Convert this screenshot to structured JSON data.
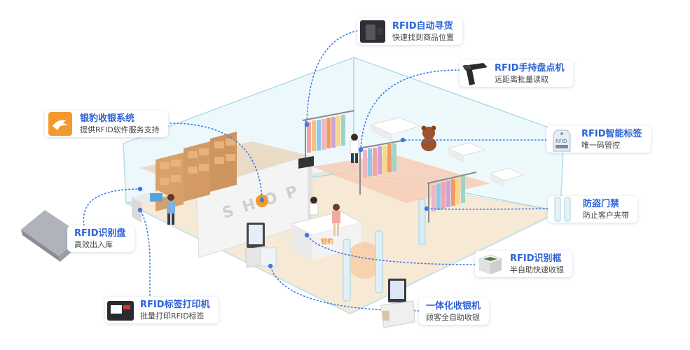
{
  "store_sign": "SHOP",
  "cashier_logo": "银豹",
  "features": [
    {
      "id": "auto-find",
      "title": "RFID自动寻货",
      "subtitle": "快速找到商品位置",
      "icon": "rfid-handheld-finder-icon"
    },
    {
      "id": "handheld",
      "title": "RFID手持盘点机",
      "subtitle": "远距离批量读取",
      "icon": "rfid-handheld-scanner-icon"
    },
    {
      "id": "yinbao",
      "title": "银豹收银系统",
      "subtitle": "提供RFID软件服务支持",
      "icon": "yinbao-logo-icon"
    },
    {
      "id": "smart-tag",
      "title": "RFID智能标签",
      "subtitle": "唯一码管控",
      "icon": "rfid-tag-icon"
    },
    {
      "id": "reader-pad",
      "title": "RFID识别盘",
      "subtitle": "高效出入库",
      "icon": "rfid-reader-pad-icon"
    },
    {
      "id": "anti-theft",
      "title": "防盗门禁",
      "subtitle": "防止客户夹带",
      "icon": "anti-theft-gate-icon"
    },
    {
      "id": "reader-box",
      "title": "RFID识别框",
      "subtitle": "半自助快速收银",
      "icon": "rfid-reader-box-icon"
    },
    {
      "id": "label-printer",
      "title": "RFID标签打印机",
      "subtitle": "批量打印RFID标签",
      "icon": "label-printer-icon"
    },
    {
      "id": "pos",
      "title": "一体化收银机",
      "subtitle": "顾客全自助收银",
      "icon": "pos-terminal-icon"
    }
  ],
  "colors": {
    "title": "#2d63d6",
    "connector": "#3c78e6",
    "floor": "#f6e9d6",
    "glass": "#c8ecf4",
    "logo": "#f39a2f"
  }
}
